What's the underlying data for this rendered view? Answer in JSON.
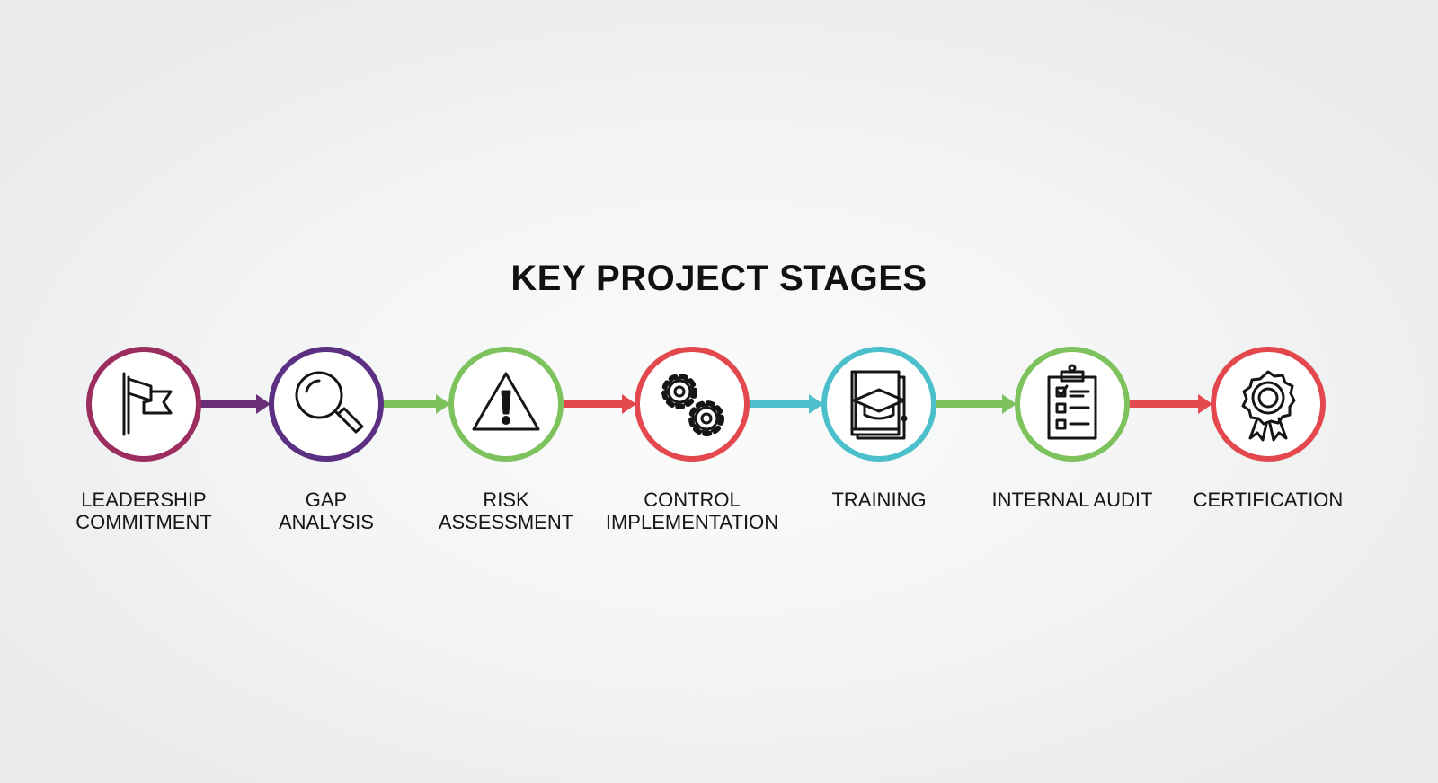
{
  "title": "KEY PROJECT STAGES",
  "stages": [
    {
      "label": "LEADERSHIP\nCOMMITMENT",
      "icon": "flag-icon",
      "color": "#9c2d5f"
    },
    {
      "label": "GAP\nANALYSIS",
      "icon": "magnifier-icon",
      "color": "#5b2f82"
    },
    {
      "label": "RISK\nASSESSMENT",
      "icon": "warning-icon",
      "color": "#7ec25e"
    },
    {
      "label": "CONTROL\nIMPLEMENTATION",
      "icon": "gears-icon",
      "color": "#e2484d"
    },
    {
      "label": "TRAINING",
      "icon": "graduation-book-icon",
      "color": "#4bbfca"
    },
    {
      "label": "INTERNAL AUDIT",
      "icon": "checklist-clipboard-icon",
      "color": "#7ec25e"
    },
    {
      "label": "CERTIFICATION",
      "icon": "award-badge-icon",
      "color": "#e2484d"
    }
  ],
  "connectors": [
    {
      "from": "LEADERSHIP\nCOMMITMENT",
      "to": "GAP\nANALYSIS",
      "color": "#6b2f78"
    },
    {
      "from": "GAP\nANALYSIS",
      "to": "RISK\nASSESSMENT",
      "color": "#7ec25e"
    },
    {
      "from": "RISK\nASSESSMENT",
      "to": "CONTROL\nIMPLEMENTATION",
      "color": "#e2484d"
    },
    {
      "from": "CONTROL\nIMPLEMENTATION",
      "to": "TRAINING",
      "color": "#4bbfca"
    },
    {
      "from": "TRAINING",
      "to": "INTERNAL AUDIT",
      "color": "#7ec25e"
    },
    {
      "from": "INTERNAL AUDIT",
      "to": "CERTIFICATION",
      "color": "#e2484d"
    }
  ]
}
